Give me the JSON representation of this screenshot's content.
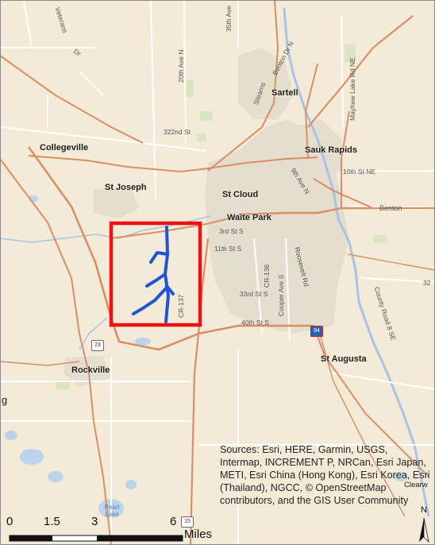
{
  "map": {
    "colors": {
      "land": "#f3ead7",
      "urban": "#e4dccd",
      "park": "#dde5c3",
      "water": "#bcd3ec",
      "major_road": "#d88f66",
      "minor_road": "#ffffff",
      "study_box": "#ee1111",
      "study_line": "#1d55d6"
    },
    "places": {
      "sartell": "Sartell",
      "collegeville": "Collegeville",
      "sauk_rapids": "Sauk Rapids",
      "st_joseph": "St Joseph",
      "st_cloud": "St Cloud",
      "waite_park": "Waite Park",
      "rockville": "Rockville",
      "st_augusta": "St Augusta",
      "benton": "Benton"
    },
    "roads": {
      "veterans": "Veterans",
      "dr": "Dr",
      "ave_35th": "35th Ave",
      "ave_20th": "20th Ave N",
      "benton_dr": "Benton Dr N",
      "stearns": "Stearns",
      "mayhew": "Mayhew Lake Rd NE",
      "st_322nd": "322nd St",
      "st_10th_ne": "10th St NE",
      "ave_9th": "9th Ave N",
      "st_3rd": "3rd St S",
      "st_11th": "11th St S",
      "cr136": "CR-136",
      "cr137": "CR-137",
      "st_33rd": "33rd St S",
      "cooper": "Cooper Ave S",
      "roosevelt": "Roosevelt Rd",
      "st_40th": "40th St S",
      "county_road_8": "County Road 8 SE",
      "r32": "32",
      "i94": "94",
      "r23": "23",
      "r15": "15",
      "clearw": "Clearw",
      "g": "g"
    },
    "water_labels": {
      "pearl_lake": "Pearl Lake"
    },
    "attribution": "Sources: Esri, HERE, Garmin, USGS, Intermap, INCREMENT P, NRCan, Esri Japan, METI, Esri China (Hong Kong), Esri Korea, Esri (Thailand), NGCC, © OpenStreetMap contributors, and the GIS User Community",
    "scale_bar": {
      "labels": [
        "0",
        "1.5",
        "3",
        "6"
      ],
      "unit": "Miles"
    },
    "north_arrow": "N"
  }
}
